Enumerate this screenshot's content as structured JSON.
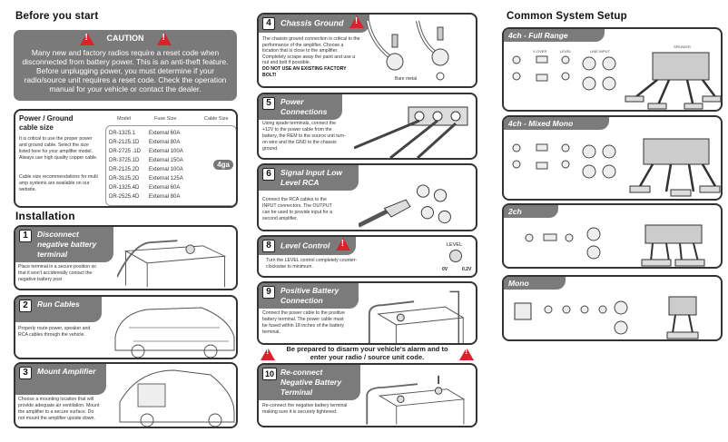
{
  "before_you_start": {
    "title": "Before you start",
    "caution": {
      "title": "CAUTION",
      "text": "Many new and factory radios require a reset code when disconnected from battery power. This is an anti-theft feature. Before unplugging power, you must determine if your radio/source unit requires a reset code. Check the operation manual for your vehicle or contact the dealer."
    },
    "cable": {
      "title": "Power / Ground cable size",
      "text1": "It is critical to use the proper power and ground cable. Select the size listed here for your amplifier model. Always use high quality copper cable.",
      "text2": "Cable size recommendations for multi amp systems are available on our website.",
      "headers": [
        "Model",
        "Fuse Size",
        "Cable Size"
      ],
      "rows": [
        [
          "DR-1325.1",
          "External 60A"
        ],
        [
          "DR-2125.1D",
          "External 80A"
        ],
        [
          "DR-2725 .1D",
          "External 100A"
        ],
        [
          "DR-3725.1D",
          "External 150A"
        ],
        [
          "DR-2125.2D",
          "External 100A"
        ],
        [
          "DR-3125.2D",
          "External 125A"
        ],
        [
          "DR-1325.4D",
          "External 60A"
        ],
        [
          "DR-2525.4D",
          "External 80A"
        ]
      ],
      "cable_size": "4ga"
    }
  },
  "installation": {
    "title": "Installation",
    "steps": [
      {
        "num": "1",
        "title": "Disconnect negative battery terminal",
        "text": "Place terminal in a secure position so that it won't accidentally contact the negative battery post"
      },
      {
        "num": "2",
        "title": "Run Cables",
        "text": "Properly route power, speaker and RCA cables through the vehicle."
      },
      {
        "num": "3",
        "title": "Mount Amplifier",
        "text": "Choose a mounting location that will provide adequate air ventilation. Mount the amplifier to a secure surface. Do not mount the amplifier upside down."
      },
      {
        "num": "4",
        "title": "Chassis Ground",
        "text": "The chassis ground connection is critical to the performance of the amplifier. Choose a location that is close to the amplifier. Completely scrape away the paint and use a nut and bolt if possible.",
        "bold": "DO NOT USE AN EXISTING FACTORY BOLT!",
        "callout": "Bare metal"
      },
      {
        "num": "5",
        "title": "Power Connections",
        "text": "Using spade terminals, connect the +12V to the power cable from the battery, the REM to the source unit turn-on wire and the GND to the chassis ground."
      },
      {
        "num": "6",
        "title": "Signal Input Low Level RCA",
        "text": "Connect the RCA cables to the INPUT connectors. The OUTPUT can be used to provide input for a second amplifier."
      },
      {
        "num": "8",
        "title": "Level Control",
        "text": "Turn the LEVEL control completely counter-clockwise to minimum.",
        "knob_label": "LEVEL",
        "knob_min": "0V",
        "knob_max": "0.2V"
      },
      {
        "num": "9",
        "title": "Positive Battery Connection",
        "text": "Connect the power cable to the positive battery terminal. The power cable must be fused within 18 inches of the battery terminal."
      },
      {
        "num": "10",
        "title": "Re-connect Negative Battery Terminal",
        "text": "Re-connect the negative battery terminal making sure it is securely tightened."
      }
    ],
    "alarm_warning": "Be prepared to disarm your vehicle's alarm and to enter your radio / source unit code."
  },
  "system_setup": {
    "title": "Common System Setup",
    "panels": [
      {
        "title": "4ch - Full Range"
      },
      {
        "title": "4ch - Mixed Mono"
      },
      {
        "title": "2ch"
      },
      {
        "title": "Mono"
      }
    ],
    "labels": {
      "line_input": "LINE INPUT",
      "level": "LEVEL",
      "speaker": "SPEAKER",
      "xover": "X-OVER"
    }
  },
  "colors": {
    "tab_gray": "#7b7b7b",
    "warning_red": "#d9222a"
  }
}
